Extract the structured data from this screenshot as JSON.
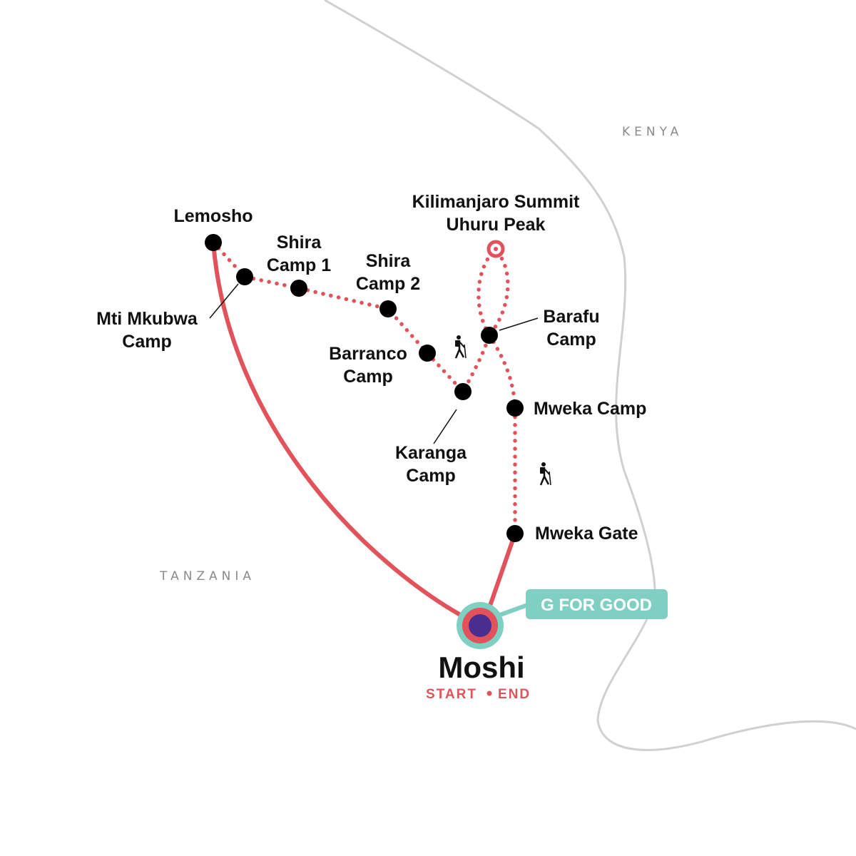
{
  "colors": {
    "route": "#e2525a",
    "stop": "#000000",
    "border": "#d0d0d0",
    "badge": "#7fd0c2",
    "start_fill": "#4a2e8f",
    "start_ring": "#e2525a",
    "start_halo": "#7fd0c2"
  },
  "countries": {
    "kenya": "KENYA",
    "tanzania": "TANZANIA"
  },
  "stops": {
    "lemosho": "Lemosho",
    "mti_1": "Mti Mkubwa",
    "mti_2": "Camp",
    "shira1_1": "Shira",
    "shira1_2": "Camp 1",
    "shira2_1": "Shira",
    "shira2_2": "Camp 2",
    "barranco_1": "Barranco",
    "barranco_2": "Camp",
    "karanga_1": "Karanga",
    "karanga_2": "Camp",
    "summit_1": "Kilimanjaro Summit",
    "summit_2": "Uhuru Peak",
    "barafu_1": "Barafu",
    "barafu_2": "Camp",
    "mweka_camp": "Mweka Camp",
    "mweka_gate": "Mweka Gate"
  },
  "start": {
    "city": "Moshi",
    "start_label": "START",
    "end_label": "END"
  },
  "badge": {
    "text": "G FOR GOOD"
  },
  "icons": {
    "hiker": "hiker-icon",
    "summit": "summit-marker-icon",
    "start": "start-end-marker-icon"
  }
}
